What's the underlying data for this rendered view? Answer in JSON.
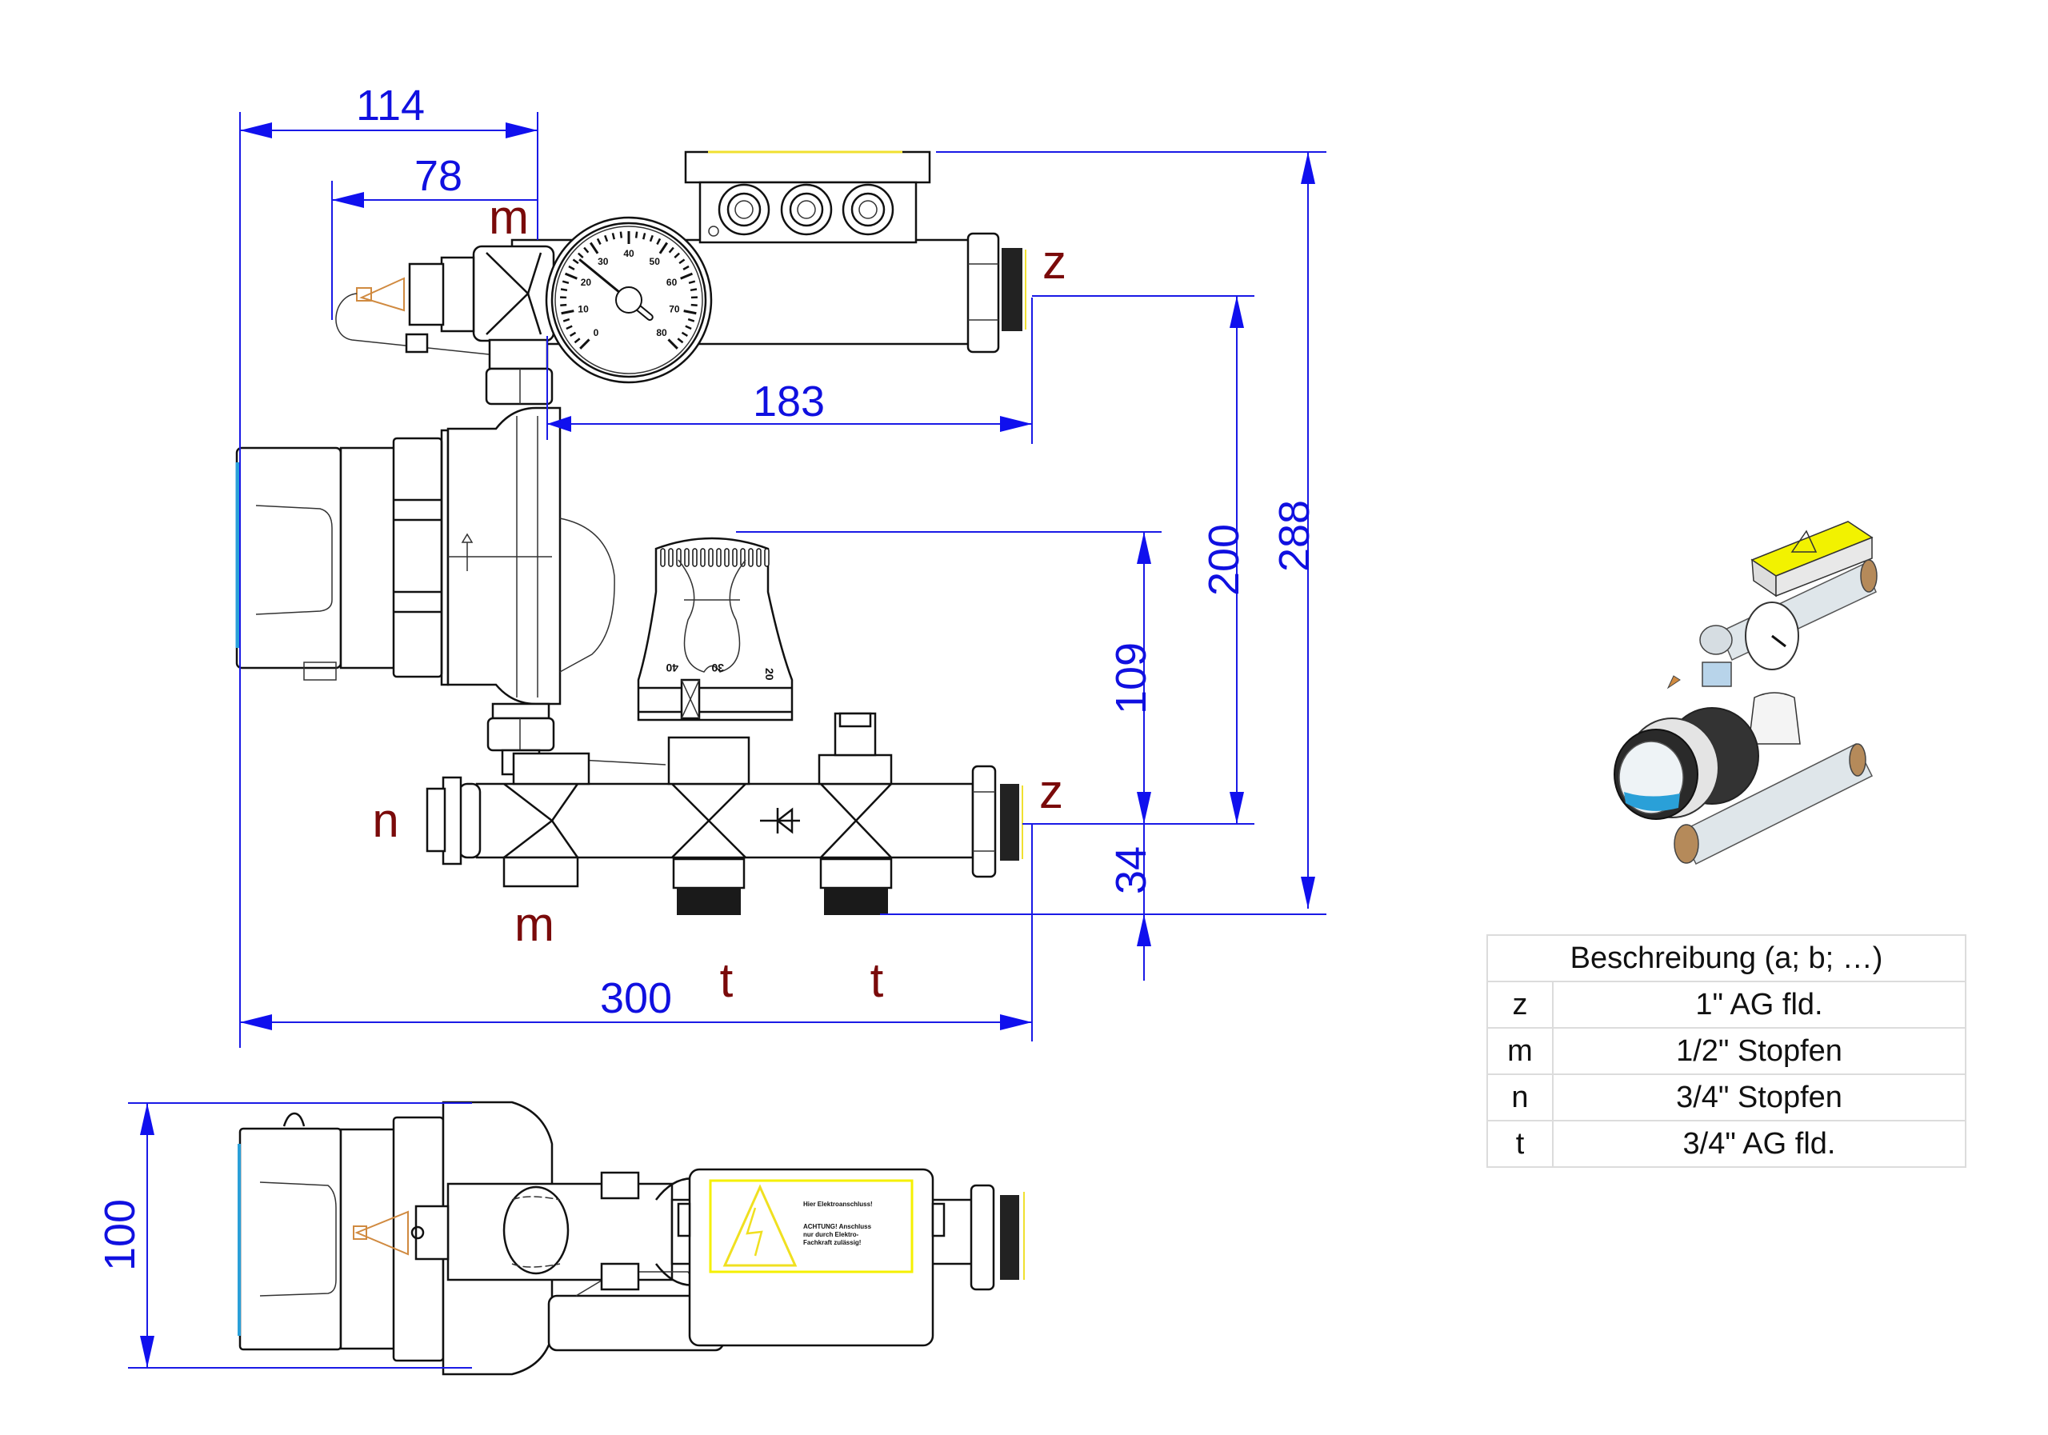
{
  "dimensions": {
    "d114": "114",
    "d78": "78",
    "d183": "183",
    "d200": "200",
    "d288": "288",
    "d109": "109",
    "d34": "34",
    "d300": "300",
    "d100": "100"
  },
  "connection_labels": {
    "m_top": "m",
    "z_top": "z",
    "z_bottom": "z",
    "n_left": "n",
    "m_bottom": "m",
    "t_left": "t",
    "t_right": "t"
  },
  "thermometer": {
    "scale": [
      "0",
      "10",
      "20",
      "30",
      "40",
      "50",
      "60",
      "70",
      "80"
    ],
    "reading": 25
  },
  "thermostat_knob": {
    "marks": [
      "40",
      "30",
      "20"
    ]
  },
  "warning_label": {
    "line1": "Hier Elektroanschluss!",
    "line2": "ACHTUNG! Anschluss",
    "line3": "nur durch Elektro-",
    "line4": "Fachkraft zulässig!"
  },
  "legend": {
    "header": "Beschreibung (a; b; …)",
    "rows": [
      {
        "key": "z",
        "value": "1\" AG fld."
      },
      {
        "key": "m",
        "value": "1/2\" Stopfen"
      },
      {
        "key": "n",
        "value": "3/4\" Stopfen"
      },
      {
        "key": "t",
        "value": "3/4\" AG fld."
      }
    ]
  },
  "colors": {
    "dimension": "#1010e0",
    "connection_label": "#7a0a0a",
    "warning": "#f5f000",
    "probe": "#d08a40",
    "pump_display": "#2aa0d8"
  }
}
